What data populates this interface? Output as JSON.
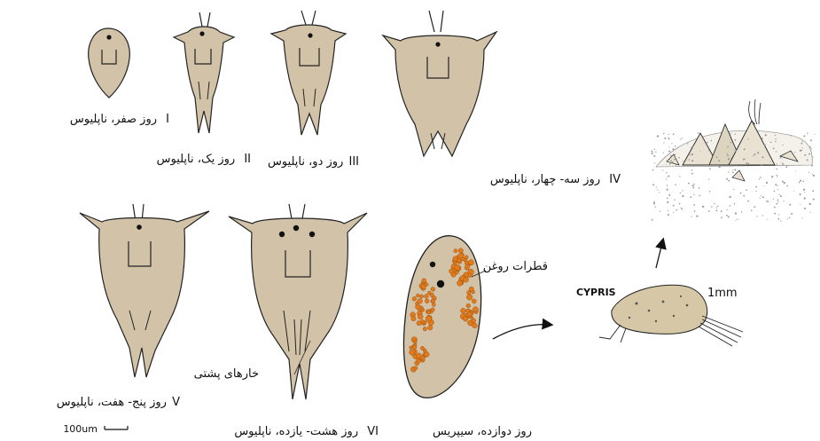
{
  "colors": {
    "body_fill": "#d2c3a8",
    "outline": "#222222",
    "oil_droplet": "#e07a1a",
    "dot": "#111111"
  },
  "stages": [
    {
      "numeral": "I",
      "label": "روز صفر، ناپلیوس"
    },
    {
      "numeral": "II",
      "label": "روز یک، ناپلیوس"
    },
    {
      "numeral": "III",
      "label": "روز دو، ناپلیوس"
    },
    {
      "numeral": "IV",
      "label": "روز سه- چهار، ناپلیوس"
    },
    {
      "numeral": "V",
      "label": "روز پنج- هفت، ناپلیوس"
    },
    {
      "numeral": "VI",
      "label": "روز هشت- یازده، ناپلیوس"
    }
  ],
  "cypris_stage_label": "روز دوازده، سیپریس",
  "annotations": {
    "oil_droplets": "قطرات روغن",
    "dorsal_spines": "خارهای پشتی",
    "cypris_tag": "CYPRIS",
    "cypris_size": "1mm",
    "scale_bar": "100um"
  },
  "icons": [
    "curved-arrow-icon",
    "up-arrow-icon"
  ]
}
